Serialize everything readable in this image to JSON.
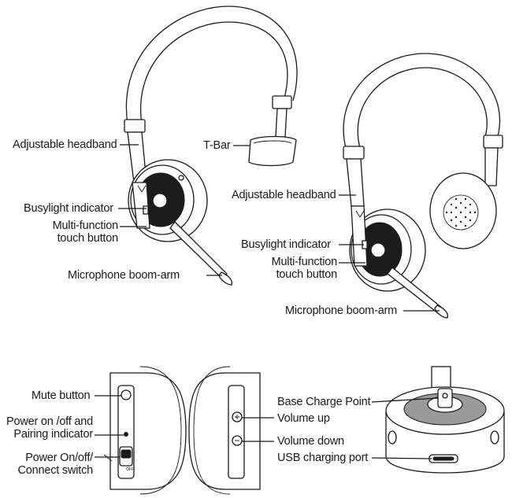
{
  "views": {
    "mono_front": {
      "adjustable_headband": "Adjustable headband",
      "t_bar": "T-Bar",
      "busylight_indicator": "Busylight indicator",
      "multi_function_line1": "Multi-function",
      "multi_function_line2": "touch button",
      "microphone_boom_arm": "Microphone boom-arm"
    },
    "stereo_front": {
      "adjustable_headband": "Adjustable headband",
      "busylight_indicator": "Busylight indicator",
      "multi_function_line1": "Multi-function",
      "multi_function_line2": "touch button",
      "microphone_boom_arm": "Microphone boom-arm"
    },
    "left_side": {
      "mute_button": "Mute button",
      "power_pairing_line1": "Power on /off and",
      "power_pairing_line2": "Pairing indicator",
      "power_switch_line1": "Power On/off/",
      "power_switch_line2": "Connect switch",
      "switch_marking": "OFF"
    },
    "right_side": {
      "volume_up": "Volume up",
      "volume_down": "Volume down"
    },
    "bottom": {
      "base_charge_point": "Base Charge Point",
      "usb_charging_port": "USB charging port"
    }
  }
}
